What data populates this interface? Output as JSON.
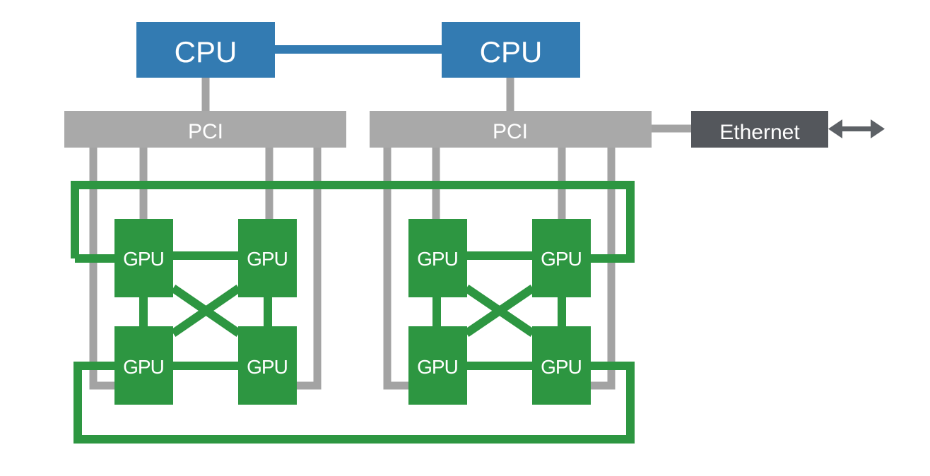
{
  "colors": {
    "cpu": "#337bb2",
    "pci": "#a9a9a9",
    "pci_link": "#a3a3a3",
    "gpu": "#2d9641",
    "nvlink": "#2d9641",
    "ethernet": "#54575c",
    "arrow": "#5d6166"
  },
  "labels": {
    "cpu_1": "CPU",
    "cpu_2": "CPU",
    "pci_1": "PCI",
    "pci_2": "PCI",
    "ethernet": "Ethernet",
    "gpu_1": "GPU",
    "gpu_2": "GPU",
    "gpu_3": "GPU",
    "gpu_4": "GPU",
    "gpu_5": "GPU",
    "gpu_6": "GPU",
    "gpu_7": "GPU",
    "gpu_8": "GPU"
  },
  "icons": {
    "ethernet_arrow": "double-arrow-icon"
  }
}
